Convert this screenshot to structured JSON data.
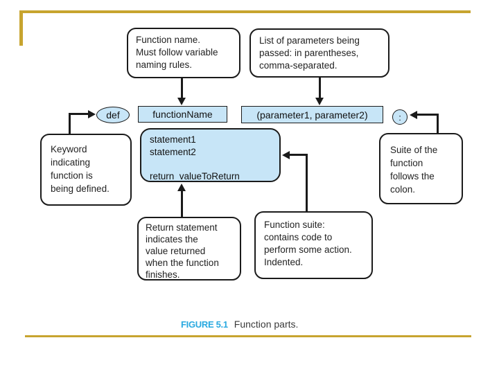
{
  "colors": {
    "gold": "#c7a42f",
    "box-fill": "#c7e5f7",
    "line": "#1a1a1a",
    "caption-blue": "#29a9e0",
    "text": "#222222"
  },
  "diagram": {
    "callouts": {
      "function_name": "Function name.\nMust follow variable\nnaming rules.",
      "parameters": "List of parameters being\npassed: in parentheses,\ncomma-separated.",
      "keyword": "Keyword\nindicating\nfunction is\nbeing defined.",
      "suite_colon": "Suite of the\nfunction\nfollows the\ncolon.",
      "return_statement": "Return statement\nindicates the\nvalue returned\nwhen the function\nfinishes.",
      "function_suite": "Function suite:\ncontains code to\nperform some action.\nIndented."
    },
    "syntax": {
      "def_keyword": "def",
      "function_name": "functionName",
      "parameter_list": "(parameter1, parameter2)",
      "colon": ":"
    },
    "code_block": "statement1\nstatement2\n\nreturn  valueToReturn"
  },
  "caption": {
    "label": "FIGURE 5.1",
    "text": "Function parts."
  }
}
